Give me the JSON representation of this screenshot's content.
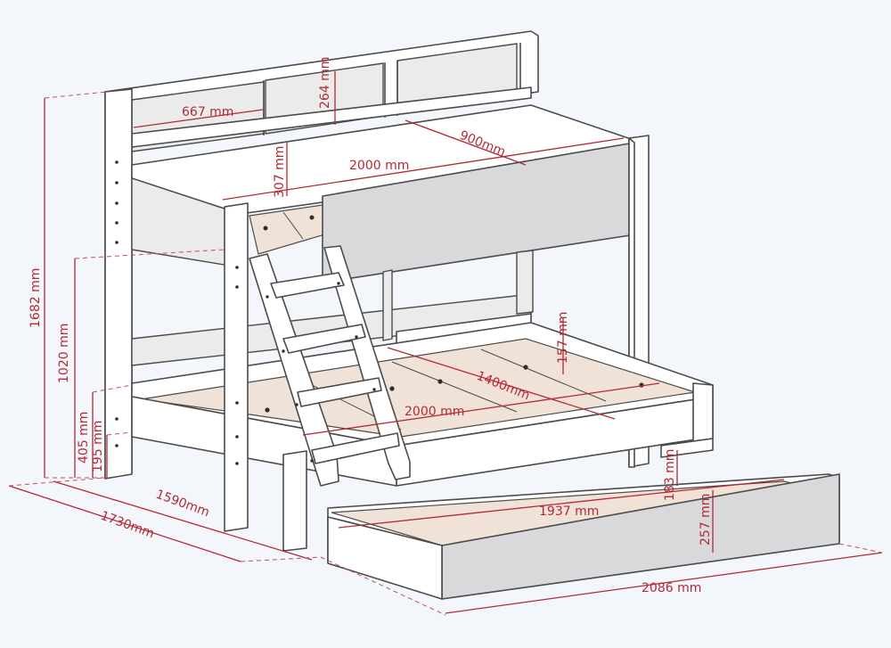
{
  "dimensions": {
    "shelf_width": "667 mm",
    "shelf_height": "264 mm",
    "top_bunk_width": "900mm",
    "top_bunk_length": "2000 mm",
    "guard_rail_height": "307 mm",
    "total_height": "1682 mm",
    "top_bunk_height": "1020 mm",
    "lower_bed_height": "405 mm",
    "lower_base_height": "195 mm",
    "lower_rail_height": "157 mm",
    "lower_bunk_width": "1400mm",
    "lower_bunk_length": "2000 mm",
    "trundle_length": "1937 mm",
    "trundle_clearance": "183 mm",
    "trundle_height": "257 mm",
    "depth_with_trundle": "1730mm",
    "depth": "1590mm",
    "overall_length": "2086 mm"
  },
  "colors": {
    "dimension": "#b32a35",
    "slats": "#f0e2d6",
    "panel": "#d9d9db"
  }
}
